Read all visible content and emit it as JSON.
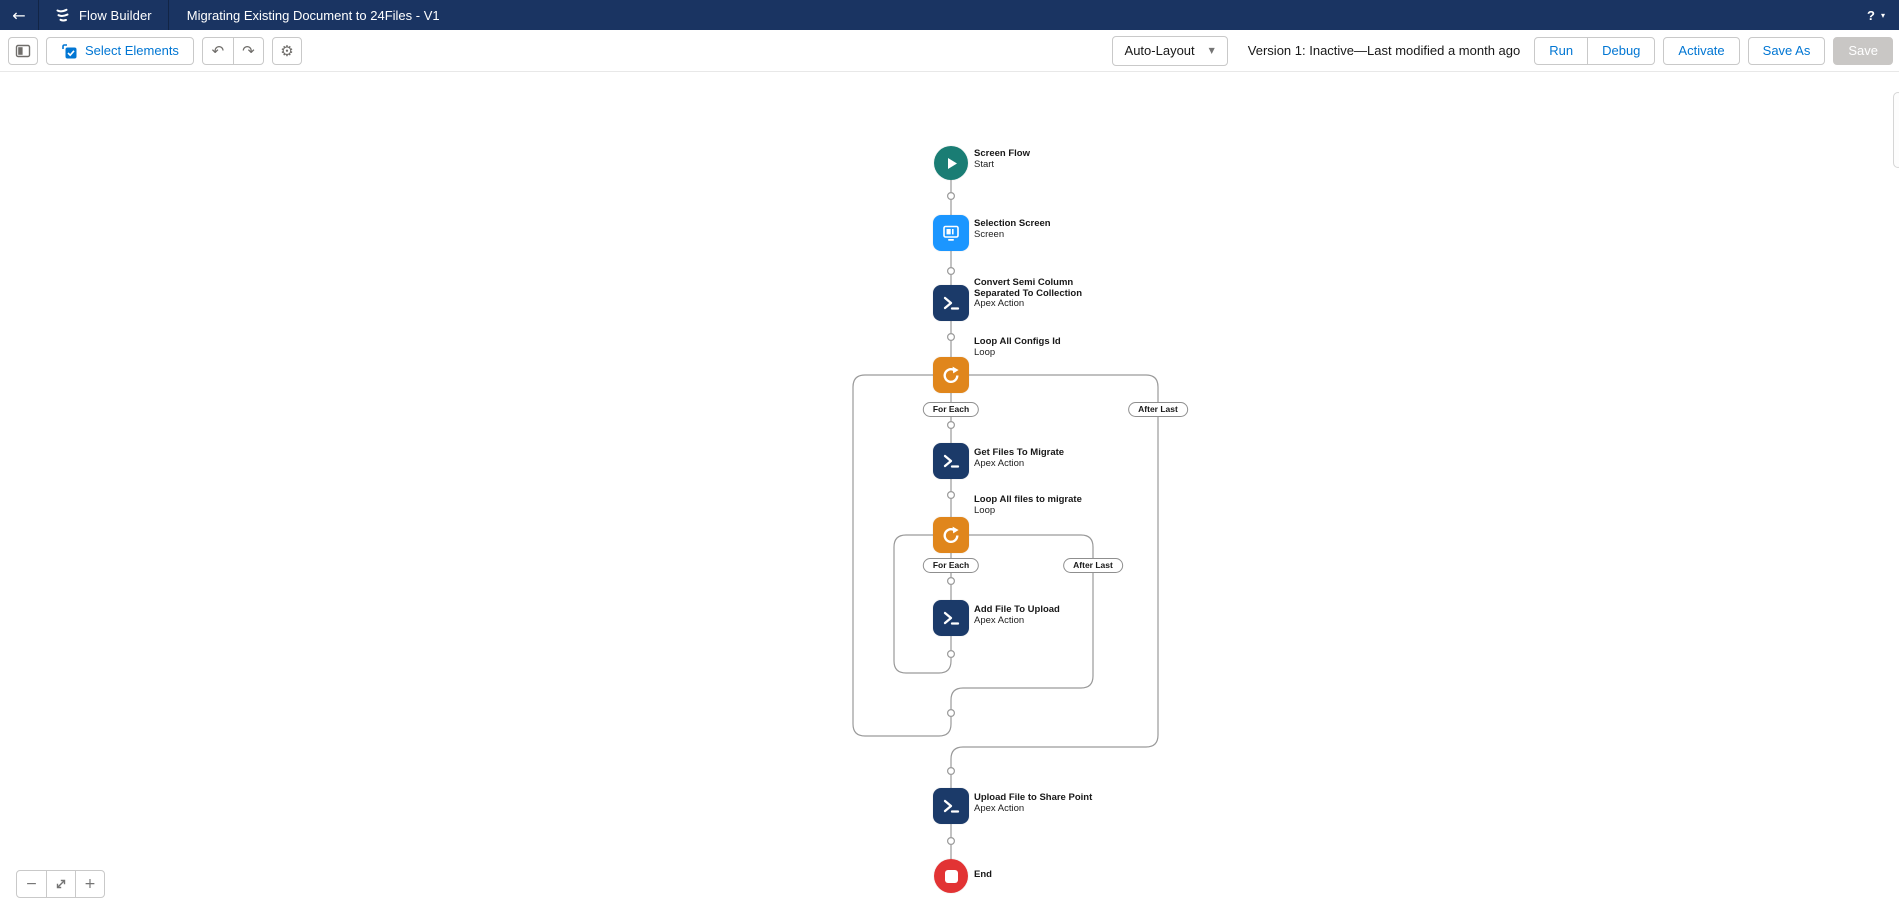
{
  "navbar": {
    "app_label": "Flow Builder",
    "title": "Migrating Existing Document to 24Files - V1",
    "help": "?"
  },
  "toolbar": {
    "select_elements": "Select Elements",
    "layout_mode": "Auto-Layout",
    "version_status": "Version 1: Inactive—Last modified a month ago",
    "run": "Run",
    "debug": "Debug",
    "activate": "Activate",
    "save_as": "Save As",
    "save": "Save"
  },
  "flow": {
    "nodes": [
      {
        "title": "Screen Flow",
        "subtitle": "Start",
        "type": "start"
      },
      {
        "title": "Selection Screen",
        "subtitle": "Screen",
        "type": "screen"
      },
      {
        "title": "Convert Semi Column Separated To Collection",
        "subtitle": "Apex Action",
        "type": "apex"
      },
      {
        "title": "Loop All Configs Id",
        "subtitle": "Loop",
        "type": "loop"
      },
      {
        "title": "Get Files To Migrate",
        "subtitle": "Apex Action",
        "type": "apex"
      },
      {
        "title": "Loop All files to migrate",
        "subtitle": "Loop",
        "type": "loop"
      },
      {
        "title": "Add File To Upload",
        "subtitle": "Apex Action",
        "type": "apex"
      },
      {
        "title": "Upload File to Share Point",
        "subtitle": "Apex Action",
        "type": "apex"
      },
      {
        "title": "End",
        "subtitle": "",
        "type": "end"
      }
    ],
    "pills": [
      {
        "label": "For Each"
      },
      {
        "label": "After Last"
      },
      {
        "label": "For Each"
      },
      {
        "label": "After Last"
      }
    ]
  },
  "icons": {
    "back": "←",
    "caret_down": "▼",
    "nav_caret": "▾",
    "undo": "↶",
    "redo": "↷",
    "gear": "⚙",
    "zoom_out": "−",
    "zoom_in": "+"
  },
  "colors": {
    "accent_blue": "#0176d3",
    "navbar_navy": "#1a3462",
    "apex_navy": "#1b3a69",
    "screen_blue": "#1b96ff",
    "start_teal": "#1a7d74",
    "loop_orange": "#e0861c",
    "end_red": "#e23334",
    "connector_gray": "#9a9a9a"
  }
}
